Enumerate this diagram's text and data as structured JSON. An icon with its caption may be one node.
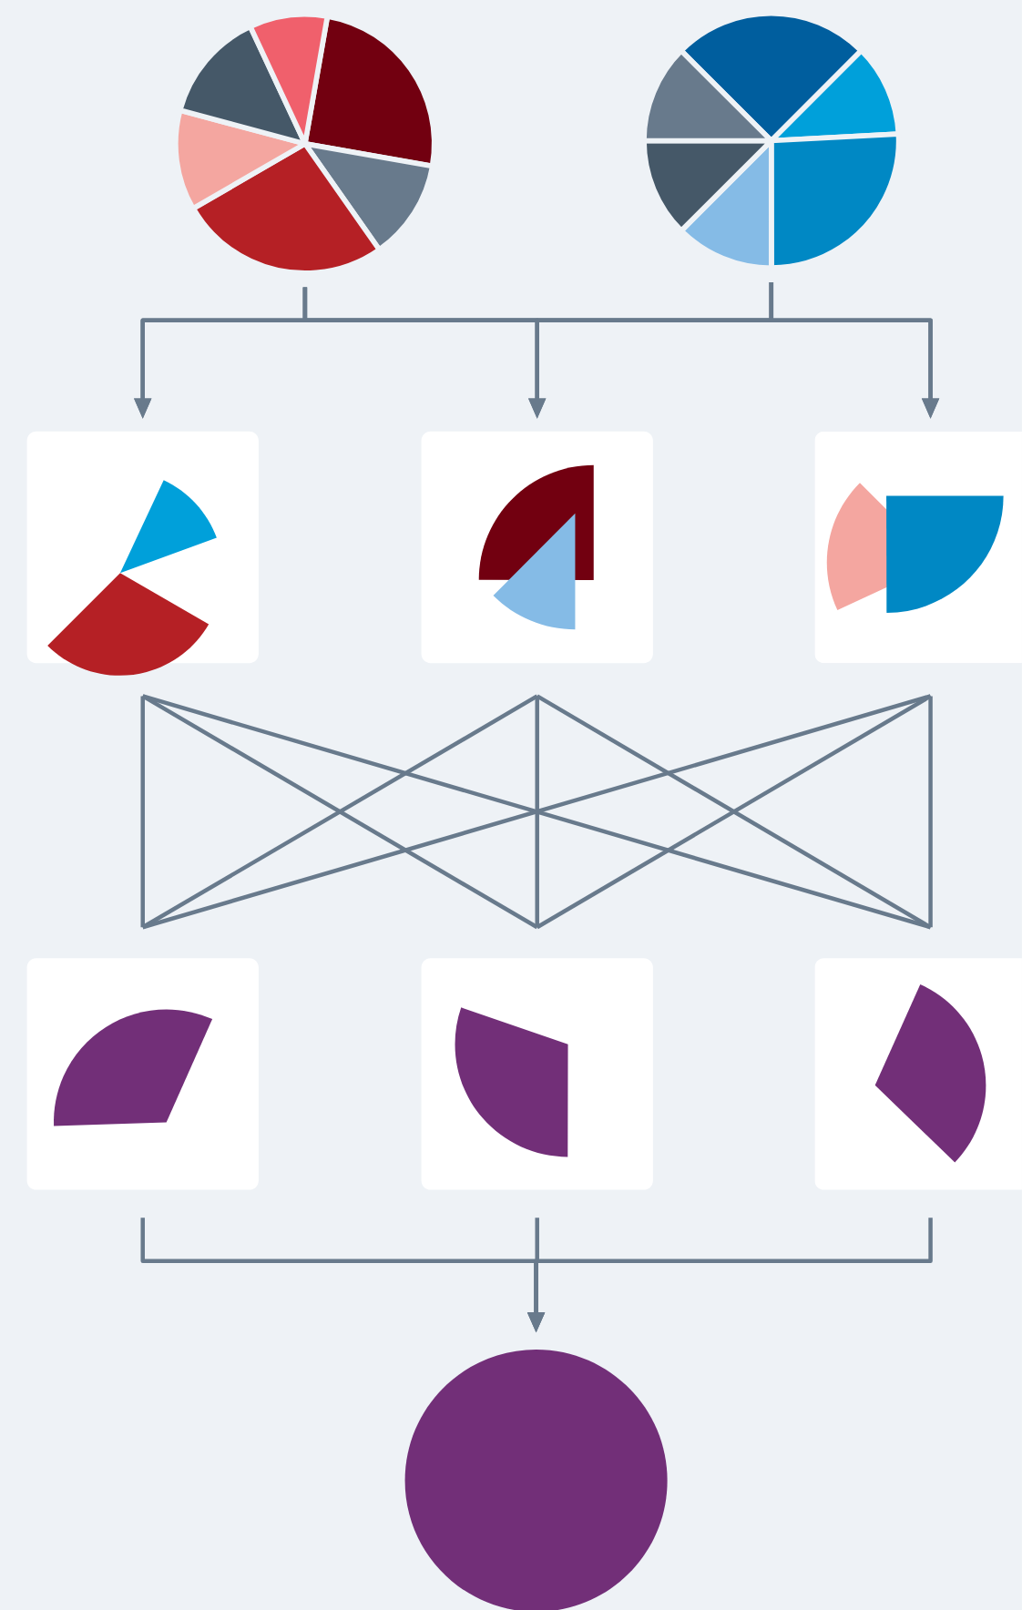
{
  "diagram": {
    "nodes": [
      {
        "text": [],
        "shape": "pie"
      },
      {
        "text": [],
        "shape": "pie"
      },
      {
        "text": [],
        "shape": "box"
      },
      {
        "text": [],
        "shape": "box"
      },
      {
        "text": [],
        "shape": "box"
      },
      {
        "text": [],
        "shape": "box"
      },
      {
        "text": [],
        "shape": "box"
      },
      {
        "text": [],
        "shape": "box"
      },
      {
        "text": [],
        "shape": "circle"
      }
    ],
    "edges": [
      {
        "from": 0,
        "to": 2,
        "arrow": "to"
      },
      {
        "from": 0,
        "to": 3,
        "arrow": "to"
      },
      {
        "from": 0,
        "to": 4,
        "arrow": "to"
      },
      {
        "from": 1,
        "to": 2,
        "arrow": "to"
      },
      {
        "from": 1,
        "to": 3,
        "arrow": "to"
      },
      {
        "from": 1,
        "to": 4,
        "arrow": "to"
      },
      {
        "from": 2,
        "to": 5,
        "arrow": "none"
      },
      {
        "from": 2,
        "to": 6,
        "arrow": "none"
      },
      {
        "from": 2,
        "to": 7,
        "arrow": "none"
      },
      {
        "from": 3,
        "to": 5,
        "arrow": "none"
      },
      {
        "from": 3,
        "to": 6,
        "arrow": "none"
      },
      {
        "from": 3,
        "to": 7,
        "arrow": "none"
      },
      {
        "from": 4,
        "to": 5,
        "arrow": "none"
      },
      {
        "from": 4,
        "to": 6,
        "arrow": "none"
      },
      {
        "from": 4,
        "to": 7,
        "arrow": "none"
      },
      {
        "from": 5,
        "to": 8,
        "arrow": "to"
      },
      {
        "from": 6,
        "to": 8,
        "arrow": "to"
      },
      {
        "from": 7,
        "to": 8,
        "arrow": "to"
      }
    ]
  }
}
